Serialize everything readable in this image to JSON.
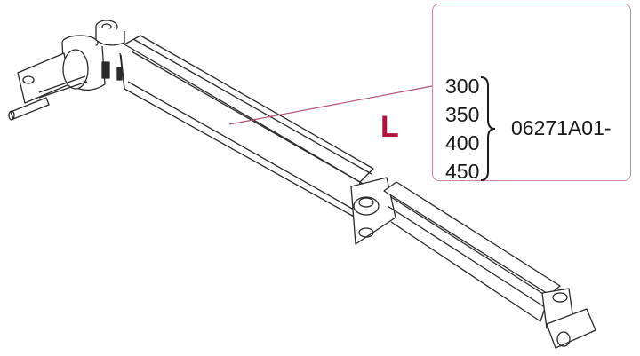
{
  "diagram": {
    "subject": "awning arm assembly",
    "dimension_label": "L",
    "dimension_label_color": "#b0143c",
    "callout": {
      "border_color": "#c98aa0",
      "lengths": [
        "300",
        "350",
        "400",
        "450"
      ],
      "part_code_prefix": "06271A01-"
    },
    "leader_line_color": "#b5517a"
  }
}
